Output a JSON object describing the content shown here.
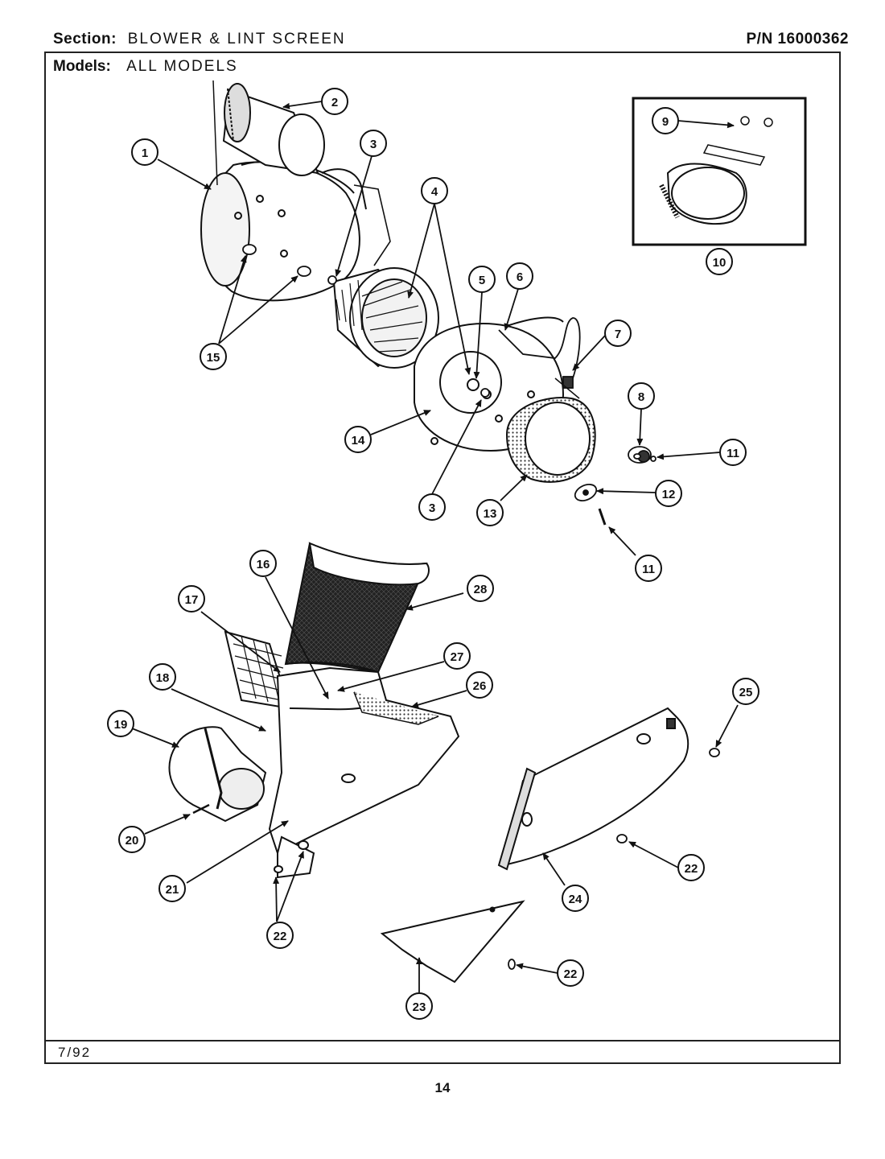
{
  "header": {
    "section_label": "Section:",
    "section_value": "BLOWER & LINT SCREEN",
    "part_number": "P/N 16000362"
  },
  "models": {
    "label": "Models:",
    "value": "ALL MODELS"
  },
  "footer": {
    "date": "7/92",
    "page_number": "14"
  },
  "callouts": {
    "c1": "1",
    "c2": "2",
    "c3a": "3",
    "c3b": "3",
    "c4": "4",
    "c5": "5",
    "c6": "6",
    "c7": "7",
    "c8": "8",
    "c9": "9",
    "c10": "10",
    "c11a": "11",
    "c11b": "11",
    "c12": "12",
    "c13": "13",
    "c14": "14",
    "c15": "15",
    "c16": "16",
    "c17": "17",
    "c18": "18",
    "c19": "19",
    "c20": "20",
    "c21": "21",
    "c22a": "22",
    "c22b": "22",
    "c22c": "22",
    "c23": "23",
    "c24": "24",
    "c25": "25",
    "c26": "26",
    "c27": "27",
    "c28": "28"
  }
}
